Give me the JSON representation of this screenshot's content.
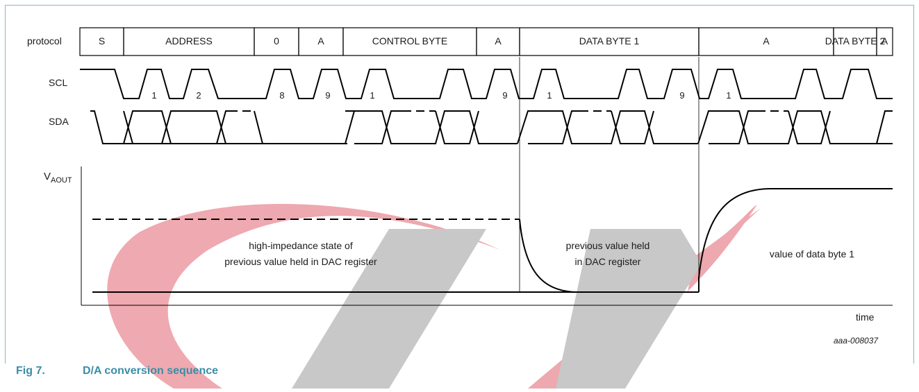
{
  "protocol_row": {
    "label": "protocol",
    "fields": [
      "S",
      "ADDRESS",
      "0",
      "A",
      "CONTROL BYTE",
      "A",
      "DATA BYTE 1",
      "A",
      "DATA BYTE 2",
      "A"
    ]
  },
  "signals": {
    "scl_label": "SCL",
    "sda_label": "SDA",
    "scl_pulse_numbers": [
      "1",
      "2",
      "8",
      "9",
      "1",
      "9",
      "1",
      "9",
      "1"
    ]
  },
  "vout": {
    "label_main": "V",
    "label_sub": "AOUT",
    "time_label": "time",
    "region1_line1": "high-impedance state of",
    "region1_line2": "previous value held in DAC register",
    "region2_line1": "previous value held",
    "region2_line2": "in DAC register",
    "region3": "value of data byte 1"
  },
  "figure_id": "aaa-008037",
  "caption": {
    "number": "Fig 7.",
    "title": "D/A conversion sequence"
  },
  "colors": {
    "line": "#000000",
    "watermark_red": "#d6283a",
    "watermark_gray": "#777777",
    "caption": "#3a8ea6"
  }
}
